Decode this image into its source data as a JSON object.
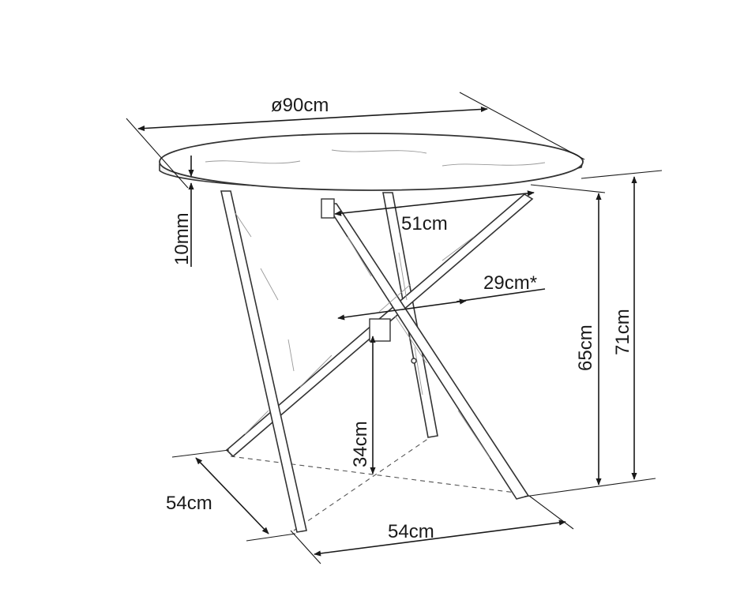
{
  "dimensions": {
    "diameter": "ø90cm",
    "top_thickness": "10mm",
    "upper_span": "51cm",
    "cross_span": "29cm*",
    "height_inner": "65cm",
    "height_total": "71cm",
    "cross_height": "34cm",
    "base_depth": "54cm",
    "base_width": "54cm"
  }
}
